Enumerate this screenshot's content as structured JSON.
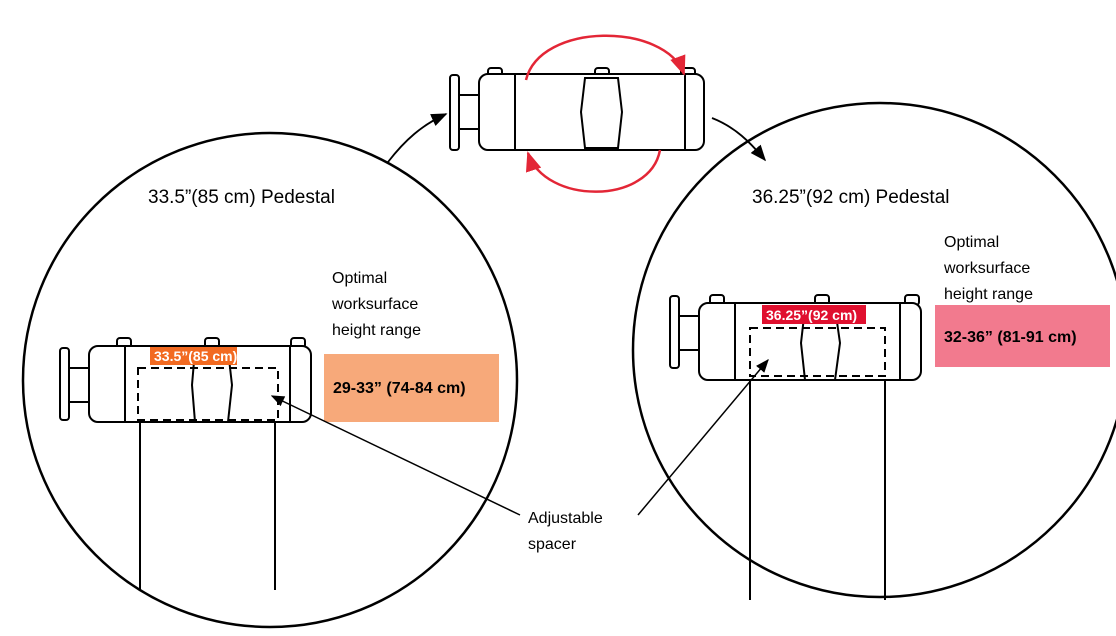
{
  "colors": {
    "left_range_fill": "#f7a97a",
    "left_tag_fill": "#f26a21",
    "right_range_fill": "#f27a8e",
    "right_tag_fill": "#e0102f",
    "rotation_arrow": "#e32636"
  },
  "left": {
    "title": "33.5”(85 cm) Pedestal",
    "range_heading": [
      "Optimal",
      "worksurface",
      "height range"
    ],
    "range_value": "29-33” (74-84 cm)",
    "tag": "33.5”(85 cm)"
  },
  "right": {
    "title": "36.25”(92 cm) Pedestal",
    "range_heading": [
      "Optimal",
      "worksurface",
      "height range"
    ],
    "range_value": "32-36” (81-91 cm)",
    "tag": "36.25”(92 cm)"
  },
  "spacer_label": [
    "Adjustable",
    "spacer"
  ]
}
